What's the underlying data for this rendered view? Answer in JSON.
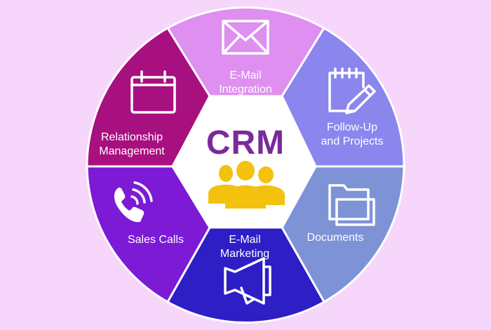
{
  "center": {
    "title": "CRM",
    "title_color": "#7a2a9a",
    "icon": "people-group-icon",
    "icon_color": "#f2c20e"
  },
  "segments": [
    {
      "id": "email-integration",
      "lines": [
        "E-Mail",
        "Integration"
      ],
      "color": "#de8ff0",
      "icon": "envelope-icon"
    },
    {
      "id": "follow-up-projects",
      "lines": [
        "Follow-Up",
        "and Projects"
      ],
      "color": "#8a86ee",
      "icon": "notepad-pencil-icon"
    },
    {
      "id": "documents",
      "lines": [
        "Documents"
      ],
      "color": "#7e93d6",
      "icon": "folder-icon"
    },
    {
      "id": "email-marketing",
      "lines": [
        "E-Mail",
        "Marketing"
      ],
      "color": "#2d1ec6",
      "icon": "megaphone-icon"
    },
    {
      "id": "sales-calls",
      "lines": [
        "Sales Calls"
      ],
      "color": "#7c1ad6",
      "icon": "phone-ringing-icon"
    },
    {
      "id": "relationship-management",
      "lines": [
        "Relationship",
        "Management"
      ],
      "color": "#a8107f",
      "icon": "calendar-icon"
    }
  ],
  "colors": {
    "background": "#f7d6fb",
    "center_fill": "#ffffff",
    "divider": "#ffffff",
    "icon_stroke": "#ffffff"
  }
}
